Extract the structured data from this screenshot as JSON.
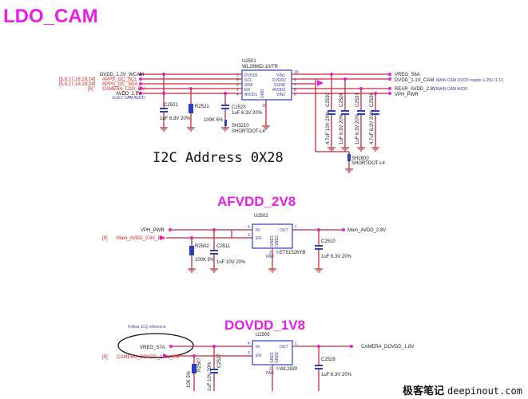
{
  "page": {
    "title": "LDO_CAM",
    "watermark_cn": "极客笔记",
    "watermark_url": "deepinout.com"
  },
  "u2501": {
    "ref": "U2501",
    "part": "WL2866D-10/TR",
    "pins_left": [
      "DVDD1",
      "SCL",
      "SDA",
      "EN",
      "AVDD1"
    ],
    "pins_right": [
      "VIN1",
      "DVDD2",
      "SGND",
      "AVDD2",
      "VIN2"
    ],
    "pin_gnd": "GND",
    "pin_num_left": [
      "3",
      "5",
      "2",
      "1",
      "4"
    ],
    "pin_num_right": [
      "10",
      "9",
      "7",
      "8",
      "6"
    ],
    "pin_num_gnd": "11",
    "nets_left": [
      "DVDD_1.2V_WCAM",
      "APPS_I2C_SCL",
      "APPS_I2C_SDA",
      "CAMERA_LDO_EN",
      "AVDD_2.8V"
    ],
    "net_left_note": "ELEC CAM AVDD",
    "refs_left": [
      "[5,9,17,18,19,24]",
      "[5,9,17,18,19,24]",
      "[5]"
    ],
    "nets_right": [
      "VREG_S6A",
      "DVDD_1.1V_CAM",
      "REAR_AVDD_2.8V",
      "VPH_PWR"
    ],
    "note_dvdd11": "MAIN CAM DVDD maybe 1.05V /1.1V",
    "note_rear": "MAIN CAM AVDD",
    "c2501": [
      "C2501",
      "1uF 6.3V 20%"
    ],
    "r2521": [
      "R2521",
      "100K 5%"
    ],
    "c2523": [
      "C2523",
      "1uF 6.3V 20%"
    ],
    "sh3210": [
      "SH3210",
      "SHORTDOT-L4"
    ],
    "caps_right": [
      {
        "ref": "C2530",
        "val": "4.7uF 10V 20%"
      },
      {
        "ref": "C2526",
        "val": "1uF 6.3V 20%"
      },
      {
        "ref": "C2531",
        "val": "1uF 6.3V 20%"
      },
      {
        "ref": "C2536",
        "val": "4.7uF 6.3V 20%"
      }
    ],
    "sh2800": [
      "SH2800",
      "SHORTDOT-L4"
    ]
  },
  "i2c_note": "I2C Address 0X28",
  "afvdd": {
    "title": "AFVDD_2V8",
    "ref": "U2502",
    "part": "ET51526YB",
    "pins": [
      "IN",
      "EN",
      "OUT",
      "GND1",
      "GND2"
    ],
    "pin_nums": [
      "4",
      "3",
      "1",
      "2",
      "5"
    ],
    "net_in": "VPH_PWR",
    "net_en": "Main_AVDD_2.8V_EN",
    "net_en_ref": "[5]",
    "net_out": "Main_AVDD_2.8V",
    "r2502": [
      "R2502",
      "100K 5%"
    ],
    "c2511": [
      "C2511",
      "1uF 10V 20%"
    ],
    "c2510": [
      "C2510",
      "1uF 6.3V 20%"
    ],
    "pad": "PAD"
  },
  "dovdd": {
    "title": "DOVDD_1V8",
    "ref": "U2505",
    "part": "WL2820",
    "note": "Follow JLQ reference",
    "pins": [
      "IN",
      "EN",
      "OUT",
      "GND1",
      "GND2"
    ],
    "pin_nums": [
      "4",
      "3",
      "1",
      "2",
      "5"
    ],
    "net_in": "VREG_S7A",
    "net_en": "CAMERA_DOVDD_1.8V_EN",
    "net_en_ref": "[5]",
    "net_out": "CAMERA_DOVDD_1.8V",
    "r2507": [
      "R2507",
      "10K 5%"
    ],
    "c2527": [
      "C2527",
      "1uF 10V 20%"
    ],
    "c2528": [
      "C2528",
      "1uF 6.3V 20%"
    ],
    "pad": "PAD"
  }
}
